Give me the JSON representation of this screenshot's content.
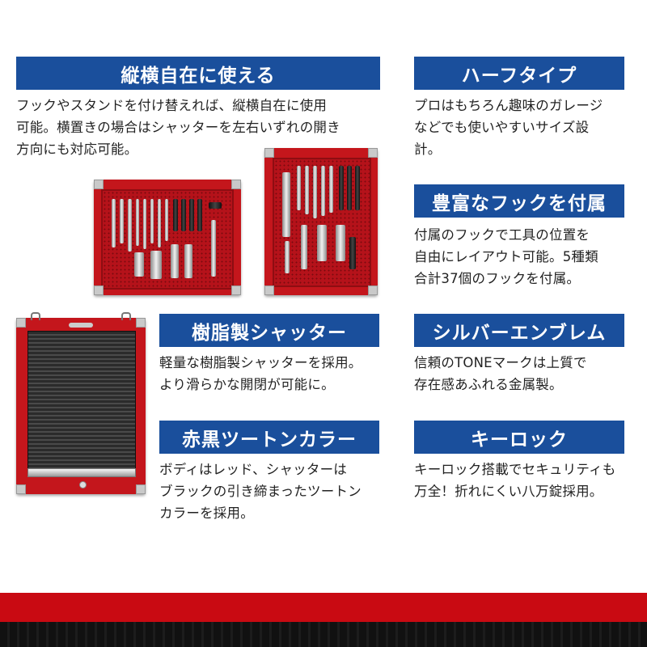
{
  "features": {
    "orientation": {
      "heading": "縦横自在に使える",
      "lines": [
        "フックやスタンドを付け替えれば、縦横自在に使用",
        "可能。横置きの場合はシャッターを左右いずれの開き",
        "方向にも対応可能。"
      ]
    },
    "half_type": {
      "heading": "ハーフタイプ",
      "lines": [
        "プロはもちろん趣味のガレージ",
        "などでも使いやすいサイズ設",
        "計。"
      ]
    },
    "hooks": {
      "heading": "豊富なフックを付属",
      "lines": [
        "付属のフックで工具の位置を",
        "自由にレイアウト可能。5種類",
        "合計37個のフックを付属。"
      ]
    },
    "shutter": {
      "heading": "樹脂製シャッター",
      "lines": [
        "軽量な樹脂製シャッターを採用。",
        "より滑らかな開閉が可能に。"
      ]
    },
    "emblem": {
      "heading": "シルバーエンブレム",
      "lines": [
        "信頼のTONEマークは上質で",
        "存在感あふれる金属製。"
      ]
    },
    "two_tone": {
      "heading": "赤黒ツートンカラー",
      "lines": [
        "ボディはレッド、シャッターは",
        "ブラックの引き締まったツートン",
        "カラーを採用。"
      ]
    },
    "key_lock": {
      "heading": "キーロック",
      "lines": [
        "キーロック搭載でセキュリティも",
        "万全！折れにくい八万錠採用。"
      ]
    }
  },
  "colors": {
    "heading_bg": "#1a4f9c",
    "panel_red": "#c4161c",
    "shutter_black": "#2b2b2b",
    "band_red": "#c90a12"
  }
}
